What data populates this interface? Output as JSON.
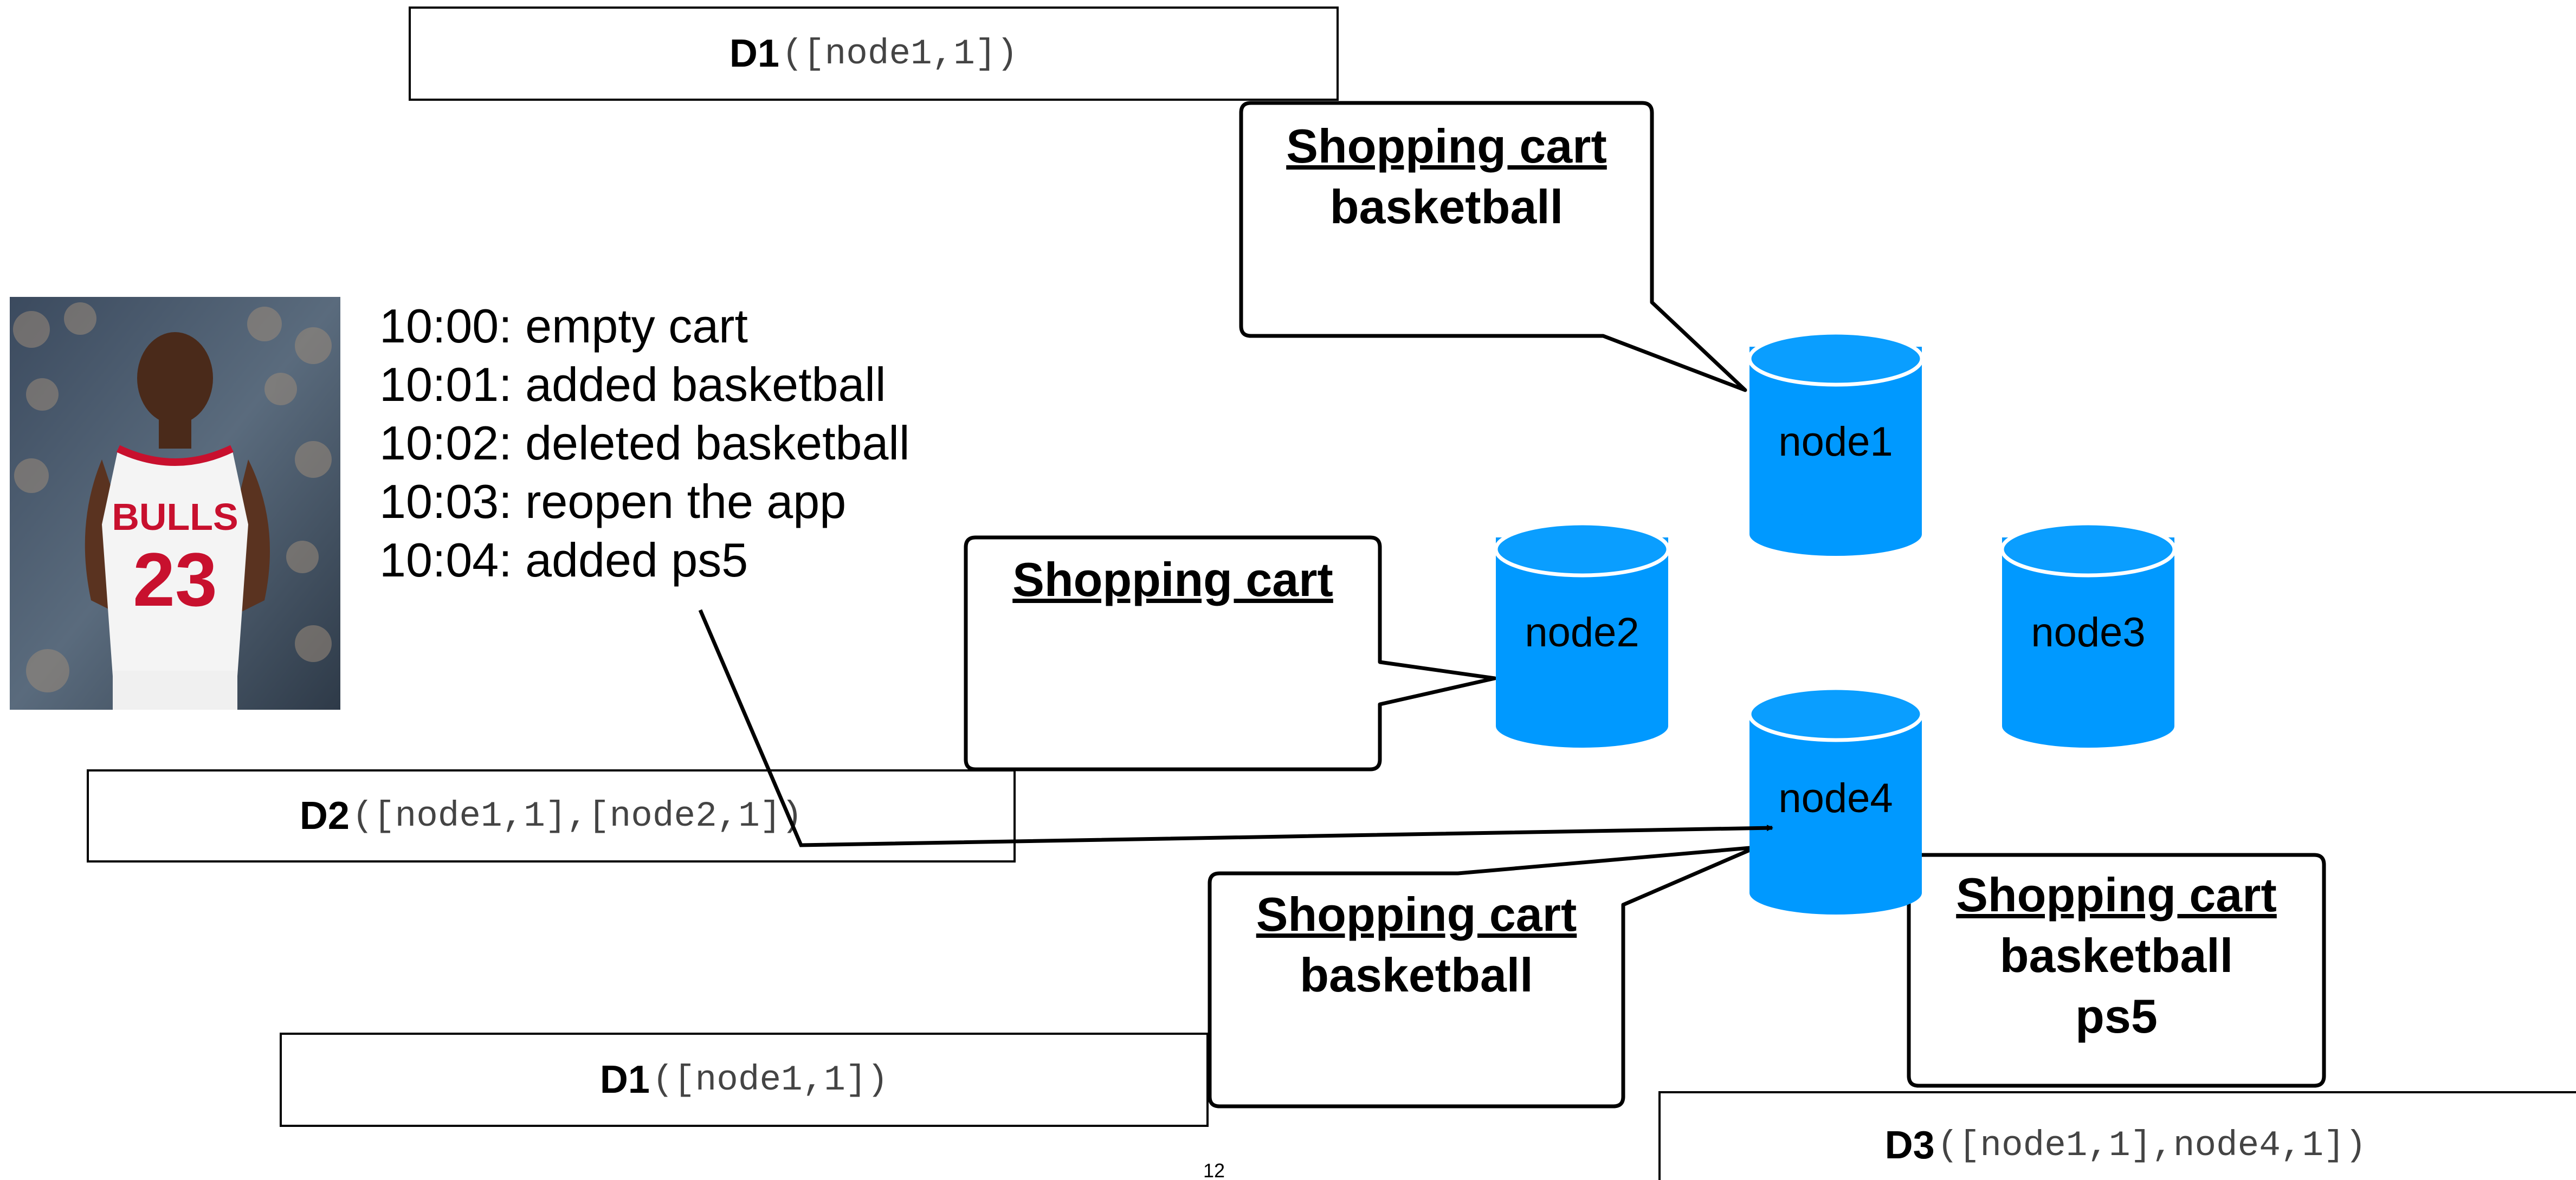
{
  "colors": {
    "node_fill": "#0099ff",
    "node_top": "#0a9eff",
    "jersey_red": "#c8102e"
  },
  "boxes": {
    "d1_top": {
      "label": "D1",
      "vector": "([node1,1])"
    },
    "d2": {
      "label": "D2",
      "vector": "([node1,1],[node2,1])"
    },
    "d1_bottom": {
      "label": "D1",
      "vector": "([node1,1])"
    },
    "d3": {
      "label": "D3",
      "vector": "([node1,1],node4,1])"
    }
  },
  "event_log": [
    "10:00: empty cart",
    "10:01: added basketball",
    "10:02: deleted basketball",
    "10:03: reopen the app",
    "10:04: added ps5"
  ],
  "bubbles": {
    "node1": {
      "title": "Shopping cart",
      "items": [
        "basketball"
      ]
    },
    "node2": {
      "title": "Shopping cart",
      "items": []
    },
    "node4_left": {
      "title": "Shopping cart",
      "items": [
        "basketball"
      ]
    },
    "node4_right": {
      "title": "Shopping cart",
      "items": [
        "basketball",
        "ps5"
      ]
    }
  },
  "nodes": {
    "node1": "node1",
    "node2": "node2",
    "node3": "node3",
    "node4": "node4"
  },
  "photo": {
    "jersey_text": "BULLS",
    "jersey_number": "23"
  },
  "page_number": "12"
}
